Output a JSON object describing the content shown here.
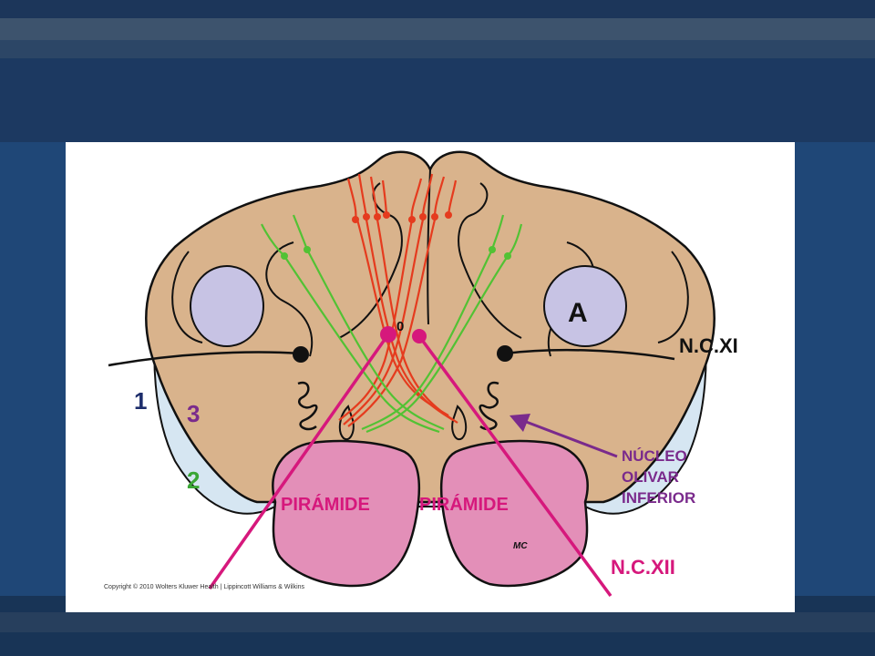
{
  "figure": {
    "labels": {
      "zero": "0",
      "a": "A",
      "ncxi": "N.C.XI",
      "ncxii": "N.C.XII",
      "one": "1",
      "two": "2",
      "three": "3",
      "nucleo_line1": "NÚCLEO",
      "nucleo_line2": "OLIVAR",
      "nucleo_line3": "INFERIOR",
      "piramide_left": "PIRÁMIDE",
      "piramide_right": "PIRÁMIDE",
      "signature": "MC",
      "copyright": "Copyright © 2010 Wolters Kluwer Health | Lippincott Williams & Wilkins"
    },
    "colors": {
      "tissue": "#d9b38c",
      "pyramid": "#e38fb8",
      "lavender": "#c7c3e4",
      "light_blue": "#d6e6f2",
      "cream": "#f3e6c9",
      "magenta": "#d6187c",
      "red_fibers": "#e53b1e",
      "green_fibers": "#52c234",
      "navy_label": "#1d2d6b",
      "green_label": "#3aa635",
      "purple_label": "#7a2a8c"
    }
  }
}
